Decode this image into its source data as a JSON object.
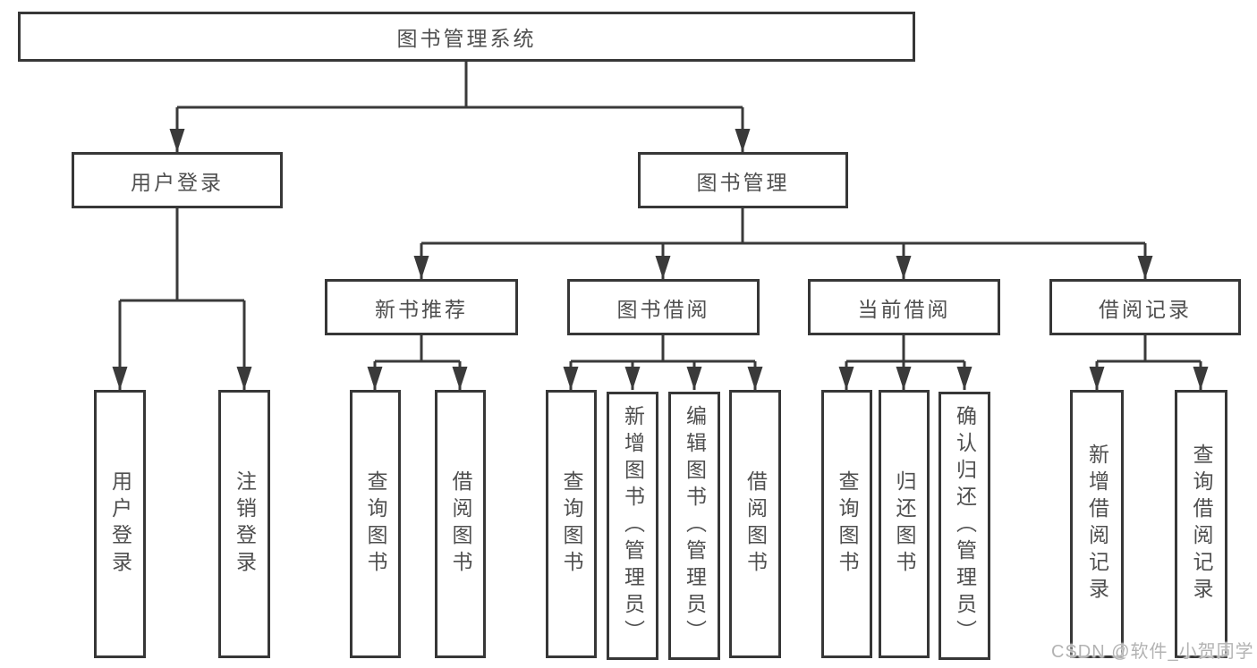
{
  "colors": {
    "line": "#3a3a3a",
    "box_border": "#373737",
    "box_fill": "#ffffff",
    "text": "#4f4f4f",
    "watermark": "#b3b3b3",
    "background": "#ffffff"
  },
  "watermark": "CSDN @软件_小贺同学",
  "diagram": {
    "type": "hierarchy",
    "root": {
      "label": "图书管理系统"
    },
    "branches": [
      {
        "label": "用户登录",
        "children": [
          {
            "label": "用户登录"
          },
          {
            "label": "注销登录"
          }
        ]
      },
      {
        "label": "图书管理",
        "children": [
          {
            "label": "新书推荐",
            "children": [
              {
                "label": "查询图书"
              },
              {
                "label": "借阅图书"
              }
            ]
          },
          {
            "label": "图书借阅",
            "children": [
              {
                "label": "查询图书"
              },
              {
                "label": "新增图书（管理员）"
              },
              {
                "label": "编辑图书（管理员）"
              },
              {
                "label": "借阅图书"
              }
            ]
          },
          {
            "label": "当前借阅",
            "children": [
              {
                "label": "查询图书"
              },
              {
                "label": "归还图书"
              },
              {
                "label": "确认归还（管理员）"
              }
            ]
          },
          {
            "label": "借阅记录",
            "children": [
              {
                "label": "新增借阅记录"
              },
              {
                "label": "查询借阅记录"
              }
            ]
          }
        ]
      }
    ]
  }
}
